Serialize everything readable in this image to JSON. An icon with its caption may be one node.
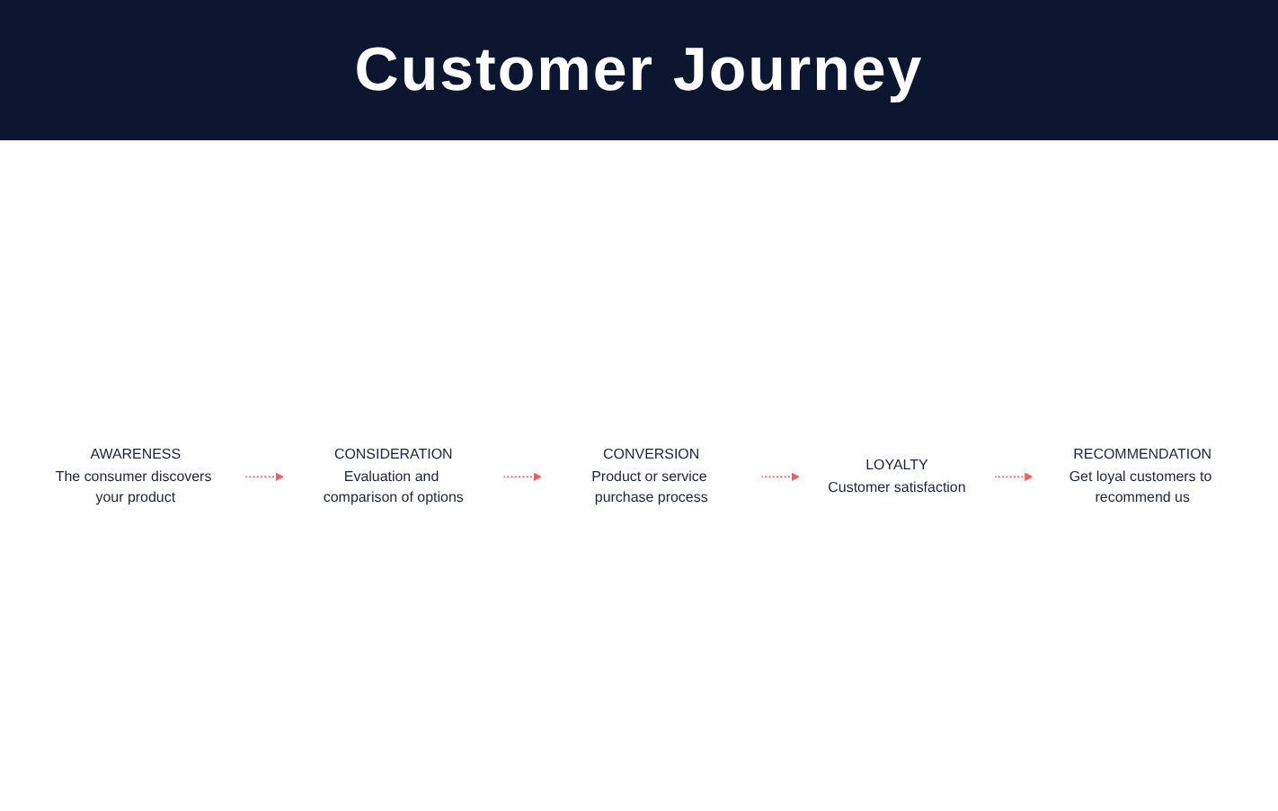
{
  "diagram": {
    "title": "Customer Journey",
    "nodes": [
      {
        "text": [
          "AWARENESS",
          "The consumer discovers your product"
        ]
      },
      {
        "text": [
          "CONSIDERATION",
          "Evaluation and comparison of options"
        ]
      },
      {
        "text": [
          "CONVERSION",
          "Product or service purchase process"
        ]
      },
      {
        "text": [
          "LOYALTY",
          "Customer satisfaction"
        ]
      },
      {
        "text": [
          "RECOMMENDATION",
          "Get loyal customers to recommend us"
        ]
      }
    ],
    "edges": [
      {
        "from": 0,
        "to": 1,
        "arrow": "to",
        "style": "dashed"
      },
      {
        "from": 1,
        "to": 2,
        "arrow": "to",
        "style": "dashed"
      },
      {
        "from": 2,
        "to": 3,
        "arrow": "to",
        "style": "dashed"
      },
      {
        "from": 3,
        "to": 4,
        "arrow": "to",
        "style": "dashed"
      }
    ]
  }
}
